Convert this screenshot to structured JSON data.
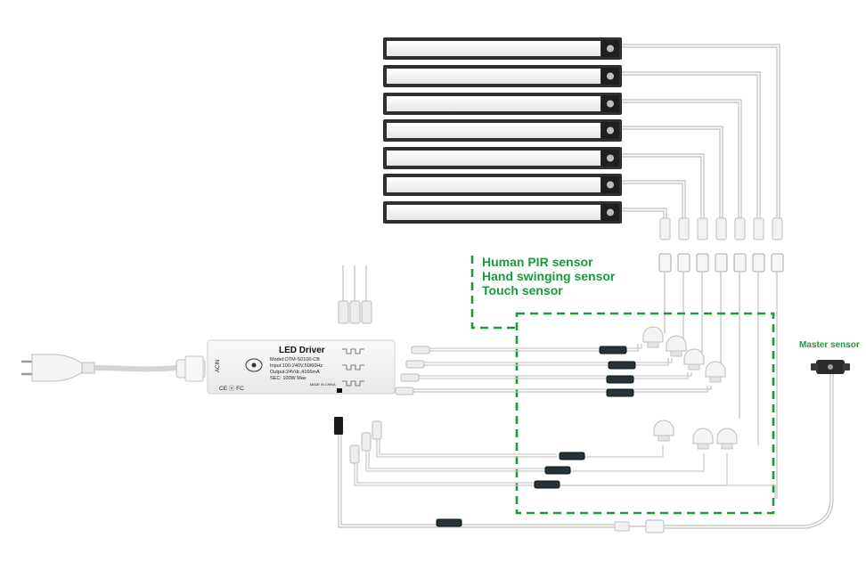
{
  "sensor_types": {
    "line1": "Human PIR sensor",
    "line2": "Hand swinging sensor",
    "line3": "Touch sensor"
  },
  "master_sensor": {
    "label": "Master sensor"
  },
  "driver": {
    "title": "LED Driver",
    "model": "Model:OTM-S0100-CB",
    "input": "Input:100-240V,50/60Hz",
    "output": "Output:24Vdc,4166mA",
    "sec": "SEC: 100W  Max",
    "side_label": "ACIN",
    "made_in": "MADE IN CHINA",
    "marks": "CE  ⓧ  FC"
  },
  "colors": {
    "accent_green": "#1a9a3a",
    "wire": "#c8c8c8",
    "bar_frame": "#3a3a3a",
    "bar_fill": "#f4f4f4",
    "dashed_box": "#1a9a3a"
  },
  "light_bar_count": 7
}
